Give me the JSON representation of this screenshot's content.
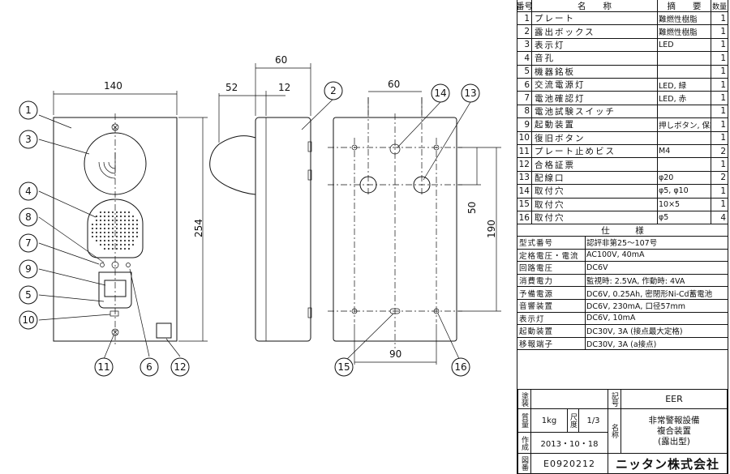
{
  "drawing": {
    "dims": {
      "front_width": "140",
      "front_height": "254",
      "side_projection": "52",
      "side_depth": "60",
      "side_offset": "12",
      "rear_hole_spacing_top": "60",
      "rear_hole_spacing_bottom": "90",
      "rear_vertical_50": "50",
      "rear_vertical_190": "190"
    },
    "callouts": [
      "1",
      "3",
      "4",
      "8",
      "7",
      "9",
      "5",
      "10",
      "11",
      "6",
      "12",
      "2",
      "14",
      "13",
      "15",
      "16"
    ]
  },
  "parts_table": {
    "headers": {
      "no": "番号",
      "name": "名　　称",
      "summary": "摘　　要",
      "qty": "数量"
    },
    "rows": [
      {
        "no": "1",
        "name": "プレート",
        "summary": "難燃性樹脂",
        "qty": "1"
      },
      {
        "no": "2",
        "name": "露出ボックス",
        "summary": "難燃性樹脂",
        "qty": "1"
      },
      {
        "no": "3",
        "name": "表示灯",
        "summary": "LED",
        "qty": "1"
      },
      {
        "no": "4",
        "name": "音孔",
        "summary": "",
        "qty": "1"
      },
      {
        "no": "5",
        "name": "機器銘板",
        "summary": "",
        "qty": "1"
      },
      {
        "no": "6",
        "name": "交流電源灯",
        "summary": "LED, 緑",
        "qty": "1"
      },
      {
        "no": "7",
        "name": "電池確認灯",
        "summary": "LED, 赤",
        "qty": "1"
      },
      {
        "no": "8",
        "name": "電池試験スイッチ",
        "summary": "",
        "qty": "1"
      },
      {
        "no": "9",
        "name": "起動装置",
        "summary": "押しボタン, 保護板付",
        "qty": "1"
      },
      {
        "no": "10",
        "name": "復旧ボタン",
        "summary": "",
        "qty": "1"
      },
      {
        "no": "11",
        "name": "プレート止めビス",
        "summary": "M4",
        "qty": "2"
      },
      {
        "no": "12",
        "name": "合格証票",
        "summary": "",
        "qty": "1"
      },
      {
        "no": "13",
        "name": "配線口",
        "summary": "φ20",
        "qty": "2"
      },
      {
        "no": "14",
        "name": "取付穴",
        "summary": "φ5, φ10",
        "qty": "1"
      },
      {
        "no": "15",
        "name": "取付穴",
        "summary": "10×5",
        "qty": "1"
      },
      {
        "no": "16",
        "name": "取付穴",
        "summary": "φ5",
        "qty": "4"
      }
    ]
  },
  "spec_table": {
    "title": "仕　　　様",
    "rows": [
      {
        "label": "型式番号",
        "value": "認評非第25～107号"
      },
      {
        "label": "定格電圧・電流",
        "value": "AC100V, 40mA"
      },
      {
        "label": "回路電圧",
        "value": "DC6V"
      },
      {
        "label": "消費電力",
        "value": "監視時: 2.5VA, 作動時: 4VA"
      },
      {
        "label": "予備電源",
        "value": "DC6V, 0.25Ah, 密閉形Ni-Cd蓄電池"
      },
      {
        "label": "音響装置",
        "value": "DC6V, 230mA, 口径57mm"
      },
      {
        "label": "表示灯",
        "value": "DC6V, 10mA"
      },
      {
        "label": "起動装置",
        "value": "DC30V, 3A (接点最大定格)"
      },
      {
        "label": "移報端子",
        "value": "DC30V, 3A (a接点)"
      }
    ]
  },
  "title_block": {
    "paint_label": "塗装",
    "symbol_label": "記号",
    "symbol_value": "EER",
    "mass_label": "質量",
    "mass_value": "1kg",
    "scale_label": "尺度",
    "scale_value": "1/3",
    "name_label": "名称",
    "product_name_1": "非常警報設備",
    "product_name_2": "複合装置",
    "product_name_3": "(露出型)",
    "date_label": "作成",
    "date_value": "2013・10・18",
    "drawing_no_label": "図番",
    "drawing_no_value": "E0920212",
    "company": "ニッタン株式会社"
  }
}
